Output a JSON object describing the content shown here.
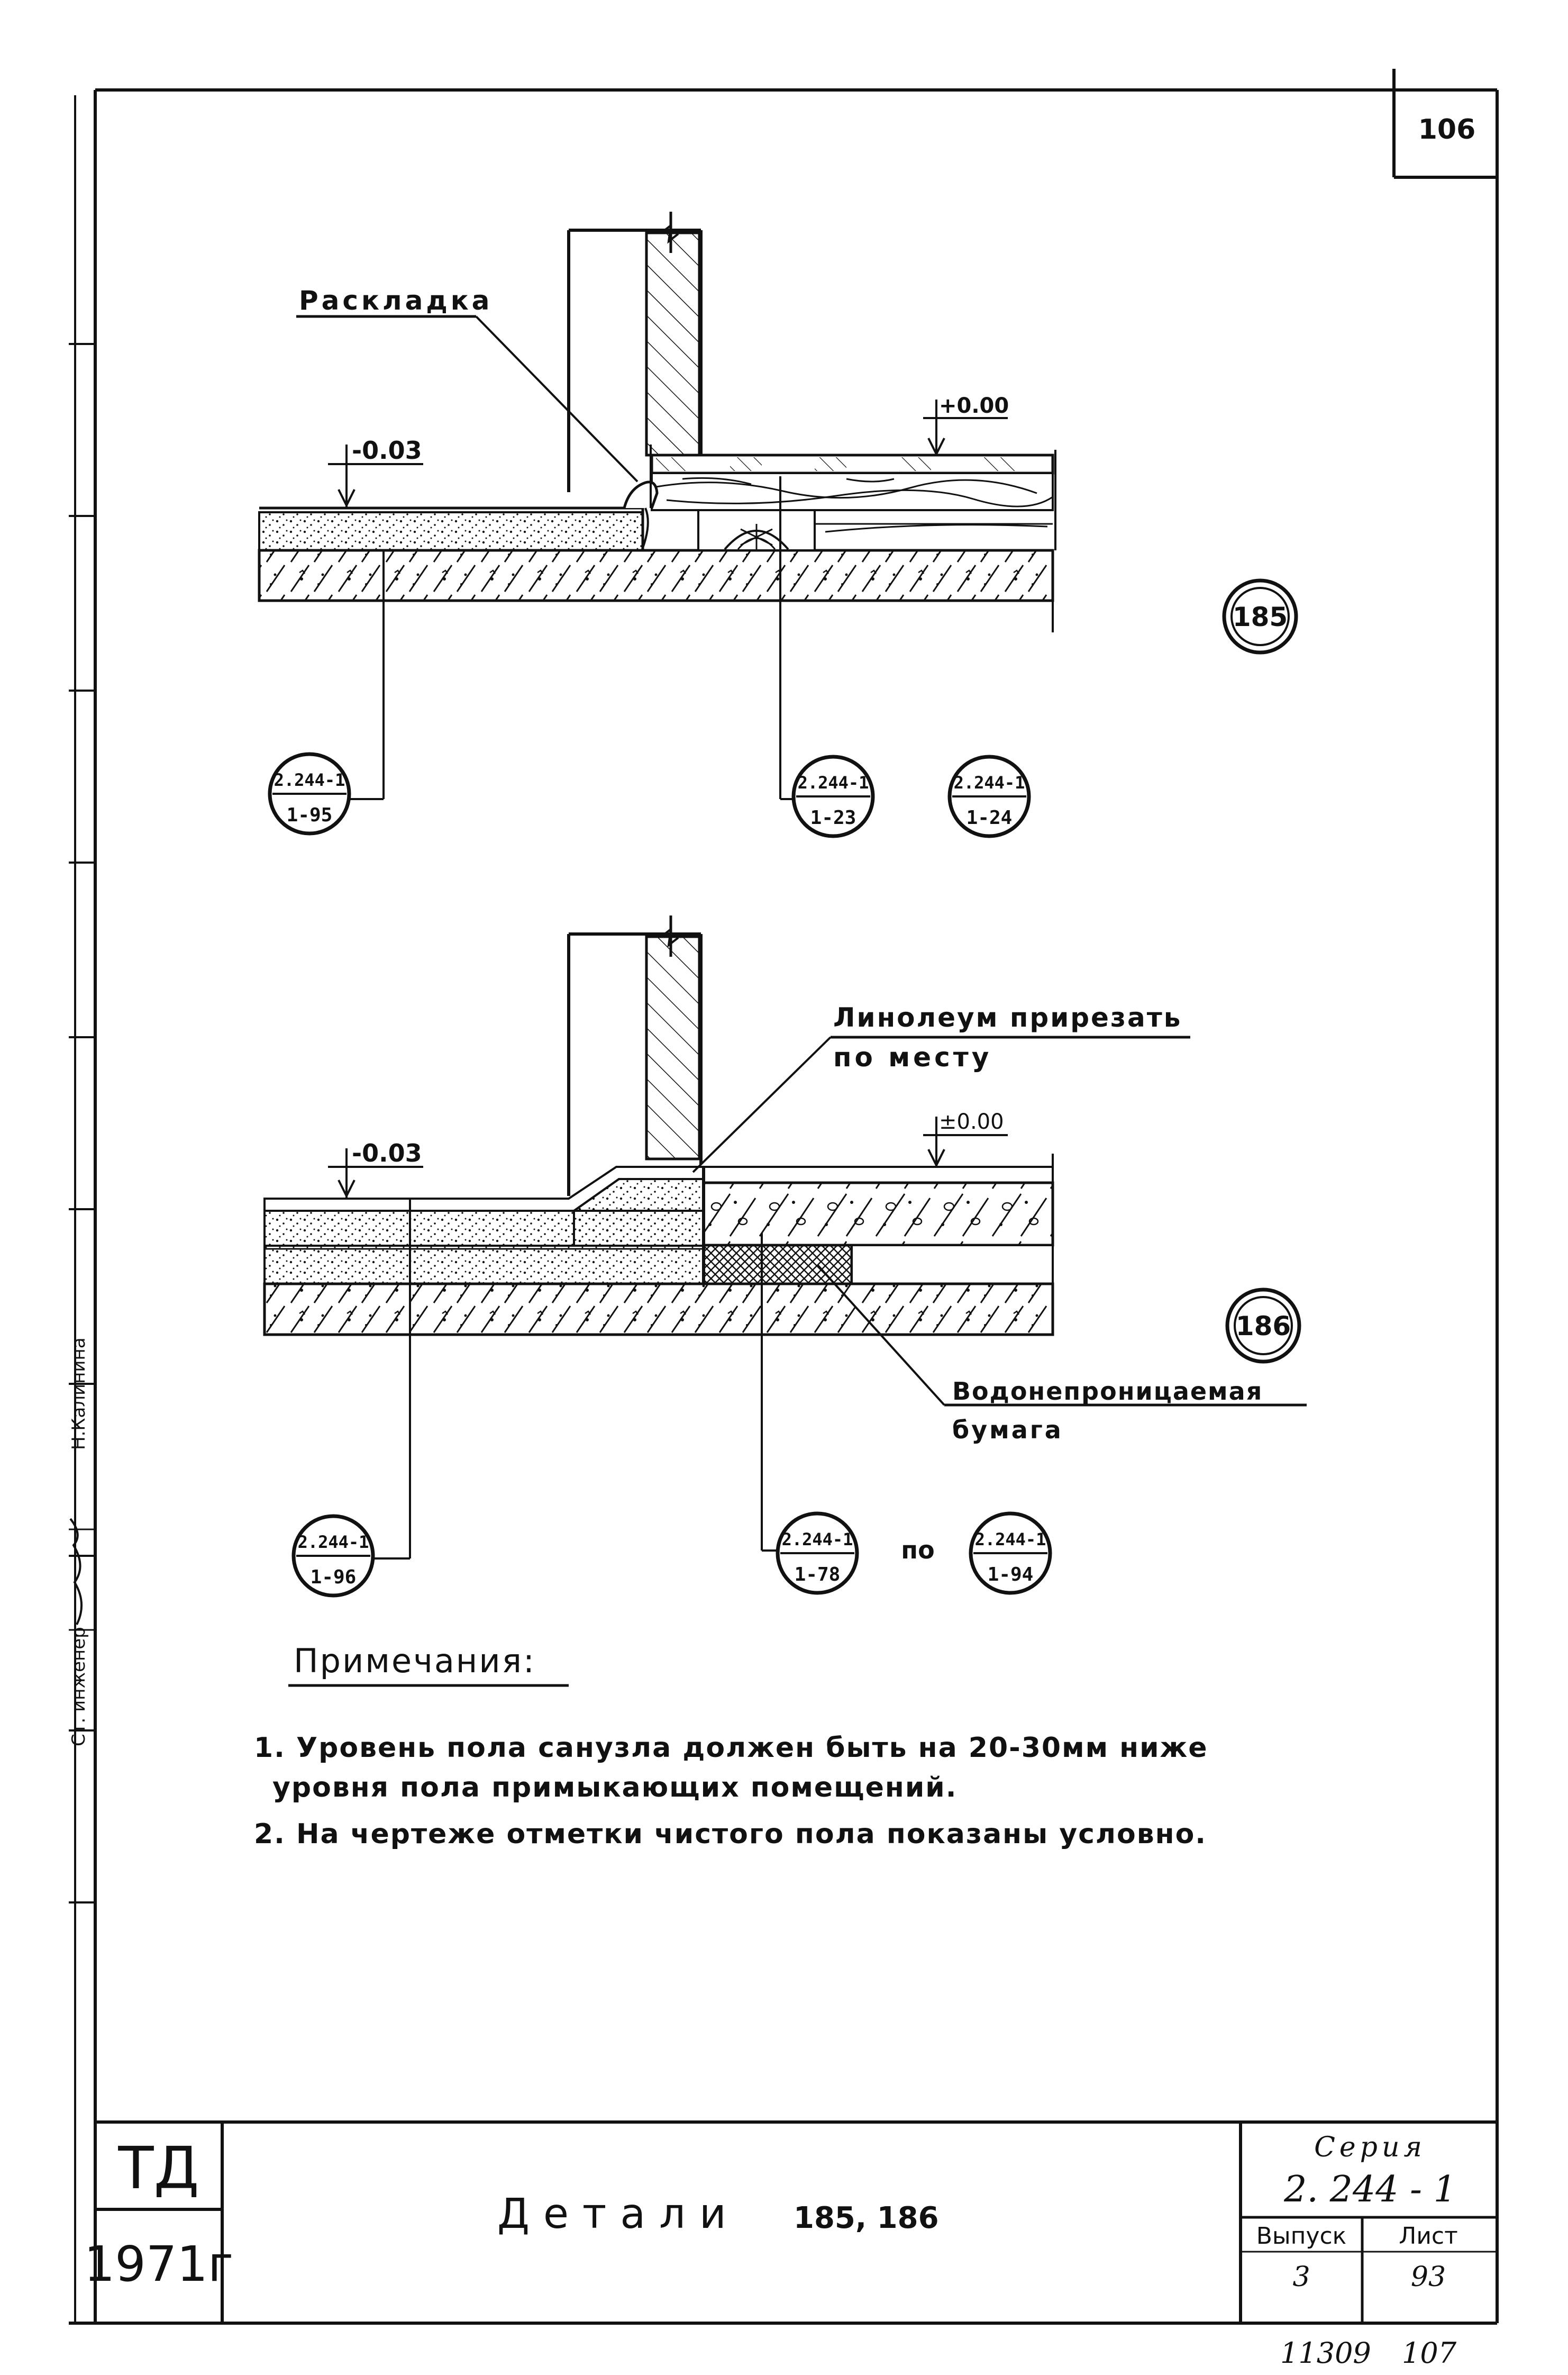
{
  "sheet": {
    "page_number": "106",
    "footer_numbers": "11309",
    "footer_page": "107"
  },
  "detail_185": {
    "callout_label": "Раскладка",
    "level_left": "-0.03",
    "level_right": "+0.00",
    "marker": "185",
    "refs": [
      {
        "top": "2.244-1",
        "bottom": "1-95"
      },
      {
        "top": "2.244-1",
        "bottom": "1-23"
      },
      {
        "top": "2.244-1",
        "bottom": "1-24"
      }
    ]
  },
  "detail_186": {
    "callout_label_line1": "Линолеум прирезать",
    "callout_label_line2": "по месту",
    "level_left": "-0.03",
    "level_right": "±0.00",
    "marker": "186",
    "paper_label_line1": "Водонепроницаемая",
    "paper_label_line2": "бумага",
    "refs": [
      {
        "top": "2.244-1",
        "bottom": "1-96"
      },
      {
        "top": "2.244-1",
        "bottom": "1-78"
      },
      {
        "top": "2.244-1",
        "bottom": "1-94"
      }
    ],
    "range_word": "по"
  },
  "notes": {
    "heading": "Примечания:",
    "line1": "1. Уровень пола санузла должен быть на 20-30мм ниже",
    "line1b": "уровня пола примыкающих помещений.",
    "line2": "2. На чертеже отметки чистого пола показаны условно."
  },
  "side_stamp": {
    "role": "Ст. инженер",
    "name": "Н.Калинина"
  },
  "title_block": {
    "org": "ТД",
    "year": "1971г",
    "title": "Детали",
    "title_numbers": "185, 186",
    "series_label": "Серия",
    "series_value": "2. 244 - 1",
    "issue_label": "Выпуск",
    "issue_value": "3",
    "sheet_label": "Лист",
    "sheet_value": "93"
  }
}
